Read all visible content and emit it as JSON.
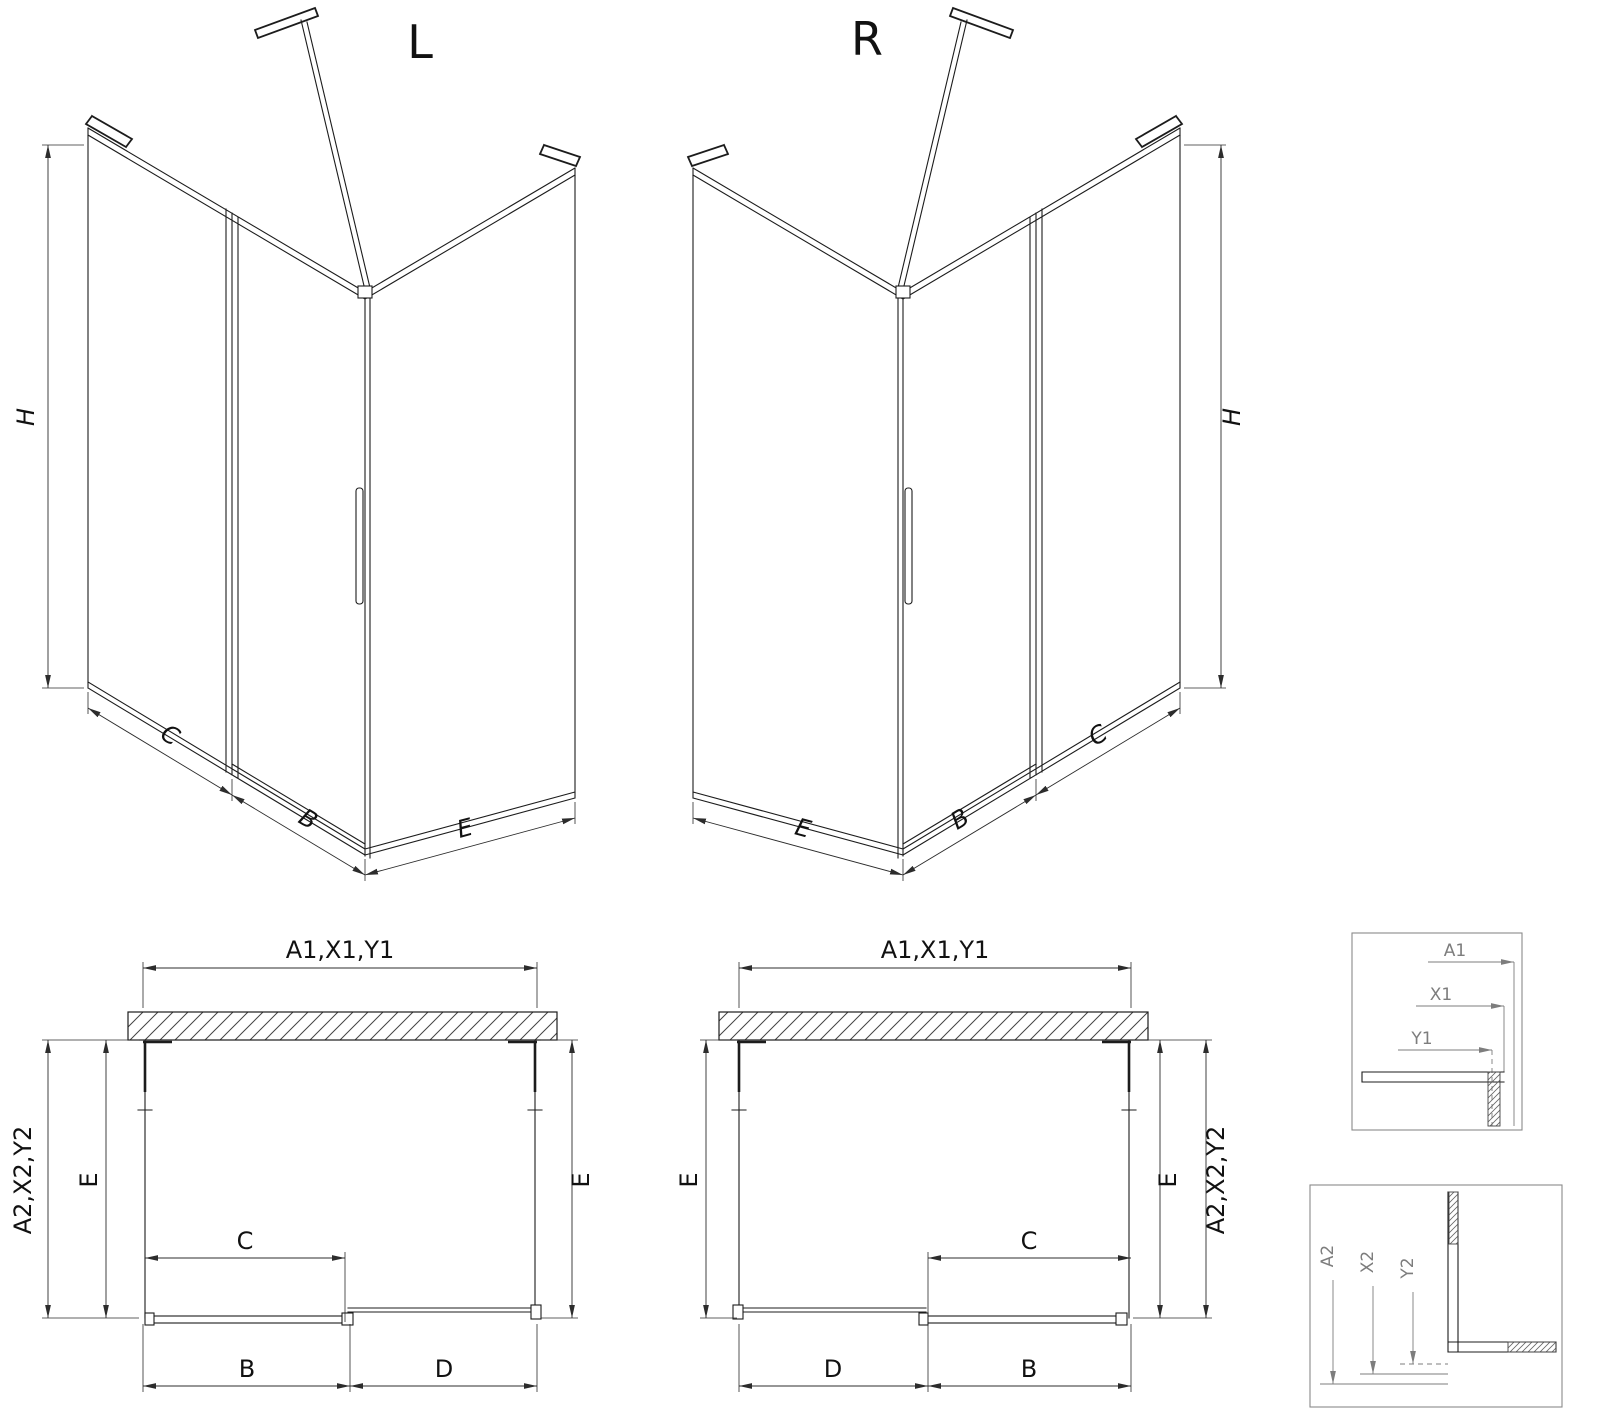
{
  "iso_left": {
    "variant_label": "L",
    "dim_height": "H",
    "dim_fixed": "C",
    "dim_door": "B",
    "dim_side": "E"
  },
  "iso_right": {
    "variant_label": "R",
    "dim_height": "H",
    "dim_fixed": "C",
    "dim_door": "B",
    "dim_side": "E"
  },
  "plan_left": {
    "dim_width_top": "A1,X1,Y1",
    "dim_depth_outer": "A2,X2,Y2",
    "dim_depth_left": "E",
    "dim_depth_right": "E",
    "dim_opening": "C",
    "dim_door": "B",
    "dim_fixed": "D"
  },
  "plan_right": {
    "dim_width_top": "A1,X1,Y1",
    "dim_depth_outer": "A2,X2,Y2",
    "dim_depth_left": "E",
    "dim_depth_right": "E",
    "dim_opening": "C",
    "dim_door": "B",
    "dim_fixed": "D"
  },
  "detail_top": {
    "dim_1": "A1",
    "dim_2": "X1",
    "dim_3": "Y1"
  },
  "detail_bottom": {
    "dim_1": "A2",
    "dim_2": "X2",
    "dim_3": "Y2"
  }
}
